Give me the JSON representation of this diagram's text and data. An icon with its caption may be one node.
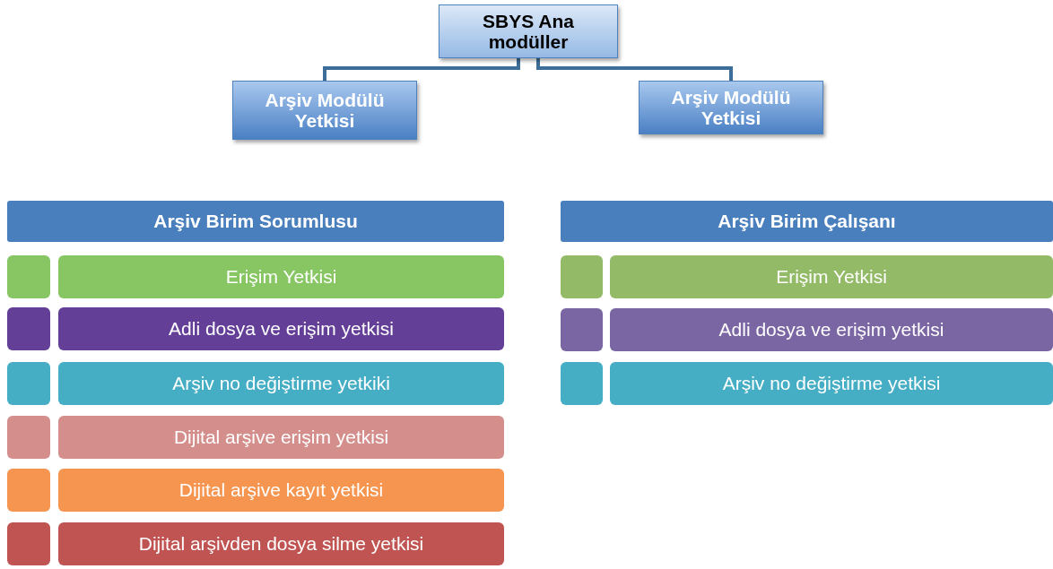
{
  "diagram": {
    "nodes": [
      {
        "text": [
          "SBYS Ana modüller"
        ]
      },
      {
        "text": [
          "Arşiv Modülü Yetkisi"
        ]
      },
      {
        "text": [
          "Arşiv Modülü Yetkisi"
        ]
      },
      {
        "text": [
          "Arşiv Birim Sorumlusu"
        ]
      },
      {
        "text": [],
        "shape": "box"
      },
      {
        "text": [
          "Erişim Yetkisi"
        ]
      },
      {
        "text": [],
        "shape": "box"
      },
      {
        "text": [
          "Adli dosya ve erişim yetkisi"
        ]
      },
      {
        "text": [],
        "shape": "box"
      },
      {
        "text": [
          "Arşiv no değiştirme yetkiki"
        ]
      },
      {
        "text": [],
        "shape": "box"
      },
      {
        "text": [
          "Dijital arşive erişim yetkisi"
        ]
      },
      {
        "text": [],
        "shape": "box"
      },
      {
        "text": [
          "Dijital arşive kayıt yetkisi"
        ]
      },
      {
        "text": [],
        "shape": "box"
      },
      {
        "text": [
          "Dijital arşivden dosya silme yetkisi"
        ]
      },
      {
        "text": [
          "Arşiv Birim Çalışanı"
        ]
      },
      {
        "text": [],
        "shape": "box"
      },
      {
        "text": [
          "Erişim Yetkisi"
        ]
      },
      {
        "text": [],
        "shape": "box"
      },
      {
        "text": [
          "Adli dosya ve erişim yetkisi"
        ]
      },
      {
        "text": [],
        "shape": "box"
      },
      {
        "text": [
          "Arşiv no değiştirme yetkisi"
        ]
      }
    ],
    "edges": [
      {
        "from": 0,
        "to": 1,
        "arrow": "none"
      },
      {
        "from": 0,
        "to": 2,
        "arrow": "none"
      }
    ]
  }
}
